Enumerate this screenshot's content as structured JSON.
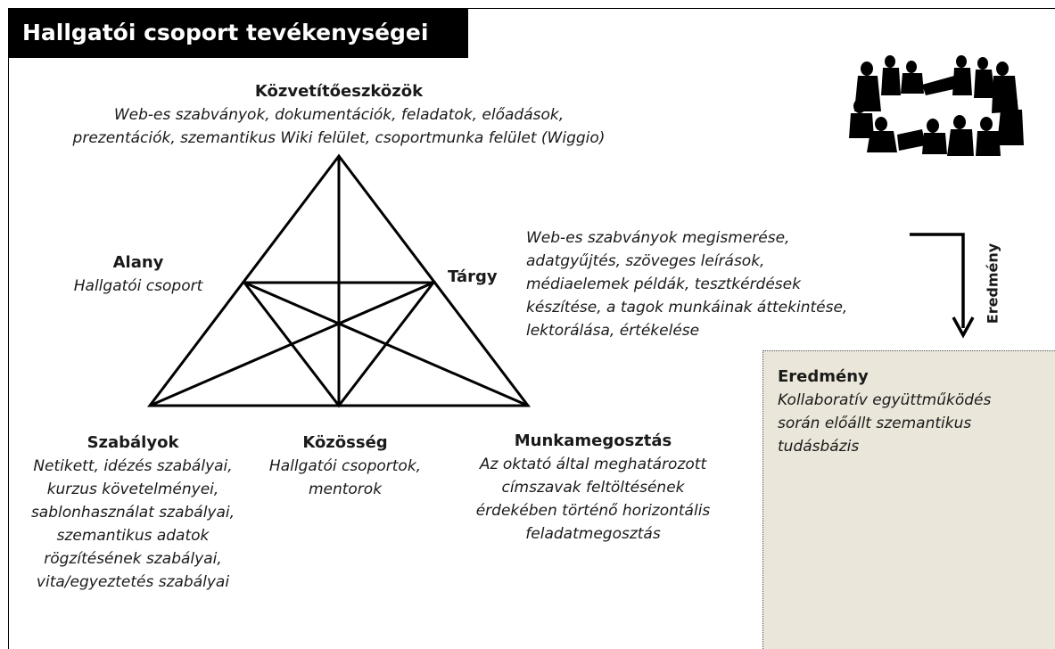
{
  "title": "Hallgatói csoport tevékenységei",
  "mediators": {
    "heading": "Közvetítőeszközök",
    "text": "Web-es szabványok,  dokumentációk, feladatok, előadások,\nprezentációk, szemantikus Wiki felület, csoportmunka felület (Wiggio)"
  },
  "subject": {
    "heading": "Alany",
    "text": "Hallgatói csoport"
  },
  "object": {
    "heading": "Tárgy",
    "text": "Web-es szabványok megismerése,\nadatgyűjtés, szöveges leírások,\nmédiaelemek példák, tesztkérdések\nkészítése, a tagok munkáinak áttekintése,\nlektorálása, értékelése"
  },
  "rules": {
    "heading": "Szabályok",
    "text": "Netikett, idézés szabályai,\nkurzus követelményei,\nsablonhasználat szabályai,\nszemantikus adatok\nrögzítésének szabályai,\nvita/egyeztetés szabályai"
  },
  "community": {
    "heading": "Közösség",
    "text": "Hallgatói csoportok,\nmentorok"
  },
  "division": {
    "heading": "Munkamegosztás",
    "text": "Az oktató által meghatározott\ncímszavak feltöltésének\nérdekében történő horizontális\nfeladatmegosztás"
  },
  "outcome_arrow_label": "Eredmény",
  "outcome": {
    "heading": "Eredmény",
    "text": "Kollaboratív együttműködés\nsorán előállt szemantikus\ntudásbázis"
  },
  "icons": {
    "group_picture": "people-circle-icon"
  }
}
